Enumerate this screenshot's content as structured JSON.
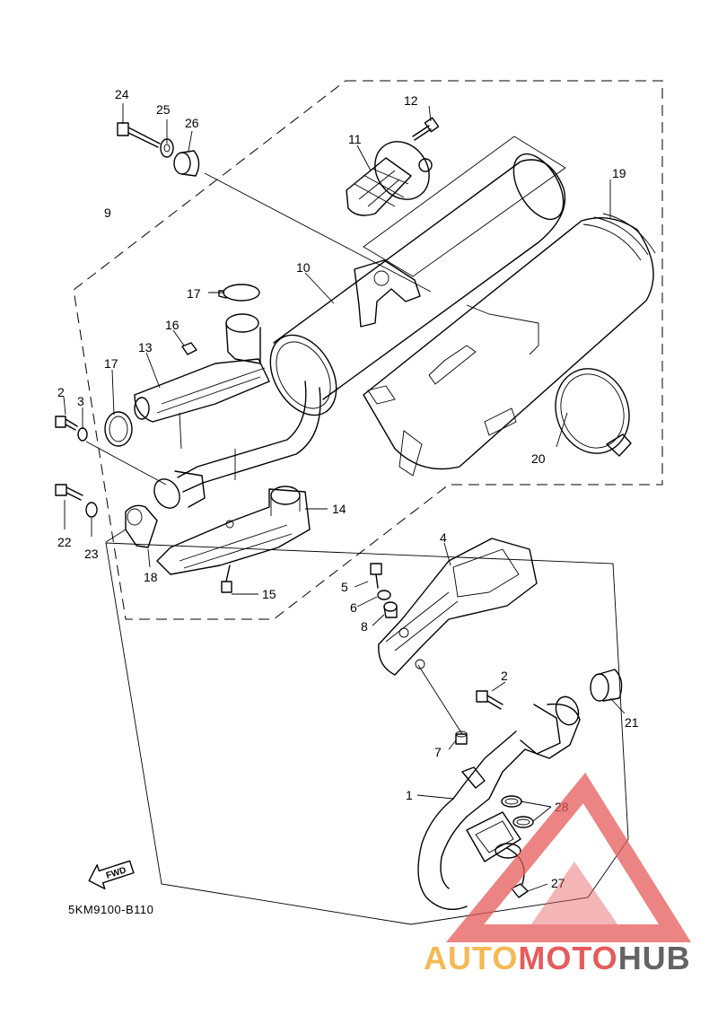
{
  "colors": {
    "line": "#000000",
    "background": "#ffffff",
    "watermark_red": "#e65b5b",
    "watermark_orange": "#f5b955",
    "watermark_gray": "#646464"
  },
  "callouts": {
    "c1": "1",
    "c2a": "2",
    "c2b": "2",
    "c3": "3",
    "c4": "4",
    "c5": "5",
    "c6": "6",
    "c7": "7",
    "c8": "8",
    "c9": "9",
    "c10": "10",
    "c11": "11",
    "c12": "12",
    "c13": "13",
    "c14": "14",
    "c15": "15",
    "c16": "16",
    "c17a": "17",
    "c17b": "17",
    "c18": "18",
    "c19": "19",
    "c20": "20",
    "c21": "21",
    "c22": "22",
    "c23": "23",
    "c24": "24",
    "c25": "25",
    "c26": "26",
    "c27": "27",
    "c28": "28"
  },
  "diagram_code": "5KM9100-B110",
  "fwd_label": "FWD",
  "watermark": {
    "part1": "AUTO",
    "part2": "MOTO",
    "part3": "HUB",
    "icon": "triangle-logo-icon"
  }
}
